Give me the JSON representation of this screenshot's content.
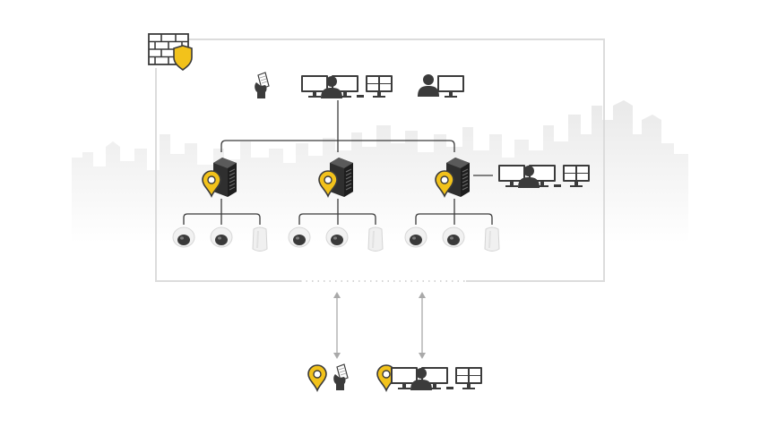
{
  "diagram": {
    "firewall": {
      "icon": "firewall-shield-icon"
    },
    "top_row": [
      {
        "id": "mobile",
        "icon": "mobile-client-icon"
      },
      {
        "id": "operator-station",
        "icon": "operator-workstation-icon"
      },
      {
        "id": "admin",
        "icon": "admin-workstation-icon"
      }
    ],
    "sites": [
      {
        "id": "site-1",
        "icon": "recording-server-icon",
        "location_pin": true,
        "devices": [
          "dome-camera",
          "dome-camera",
          "bullet-sensor"
        ]
      },
      {
        "id": "site-2",
        "icon": "recording-server-icon",
        "location_pin": true,
        "devices": [
          "dome-camera",
          "dome-camera",
          "bullet-sensor"
        ]
      },
      {
        "id": "site-3",
        "icon": "recording-server-icon",
        "location_pin": true,
        "devices": [
          "dome-camera",
          "dome-camera",
          "bullet-sensor"
        ],
        "local_workstation": true
      }
    ],
    "remote": [
      {
        "id": "remote-mobile",
        "icon": "mobile-client-icon",
        "location_pin": true
      },
      {
        "id": "remote-operator",
        "icon": "operator-workstation-icon",
        "location_pin": true
      }
    ],
    "colors": {
      "accent": "#f2c21b",
      "dark": "#3b3b3b",
      "line": "#3b3b3b",
      "frame": "#dcdcdc",
      "skyline": "#eeeeee",
      "arrow": "#a9a9a9"
    }
  }
}
